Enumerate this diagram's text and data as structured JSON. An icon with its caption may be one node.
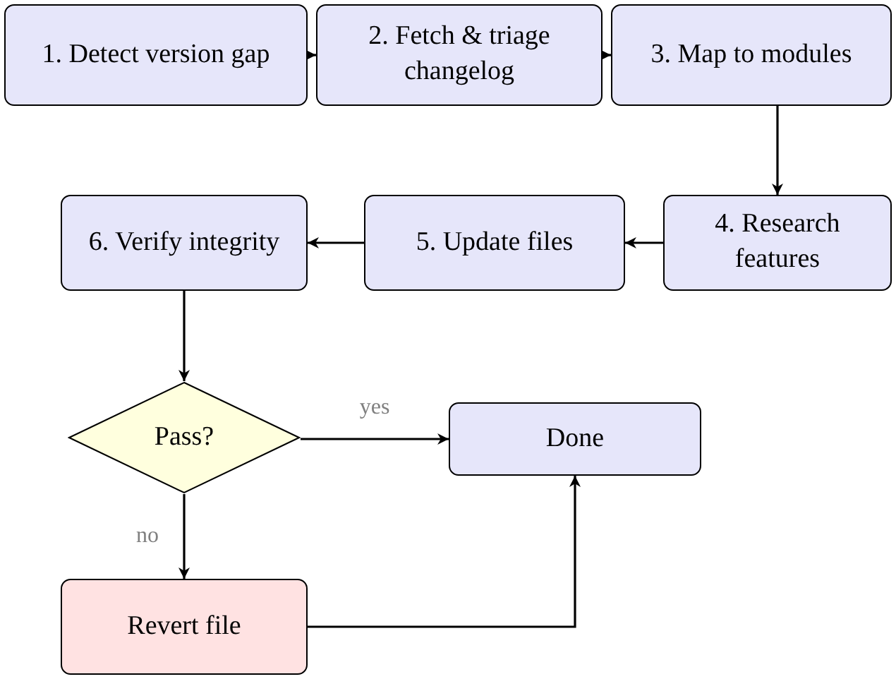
{
  "diagram": {
    "nodes": [
      {
        "text": [
          "1. Detect version gap"
        ]
      },
      {
        "text": [
          "2. Fetch & triage changelog"
        ]
      },
      {
        "text": [
          "3. Map to modules"
        ]
      },
      {
        "text": [
          "4. Research features"
        ]
      },
      {
        "text": [
          "5. Update files"
        ]
      },
      {
        "text": [
          "6. Verify integrity"
        ]
      },
      {
        "text": [
          "Pass?"
        ]
      },
      {
        "text": [
          "Done"
        ]
      },
      {
        "text": [
          "Revert file"
        ]
      }
    ],
    "edges": [
      {
        "from": 0,
        "to": 1,
        "arrow": "to"
      },
      {
        "from": 1,
        "to": 2,
        "arrow": "to"
      },
      {
        "from": 2,
        "to": 3,
        "arrow": "to"
      },
      {
        "from": 3,
        "to": 4,
        "arrow": "to"
      },
      {
        "from": 4,
        "to": 5,
        "arrow": "to"
      },
      {
        "from": 5,
        "to": 6,
        "arrow": "to"
      },
      {
        "from": 6,
        "to": 7,
        "arrow": "to",
        "label": "yes"
      },
      {
        "from": 6,
        "to": 8,
        "arrow": "to",
        "label": "no"
      },
      {
        "from": 8,
        "to": 7,
        "arrow": "to"
      }
    ]
  }
}
